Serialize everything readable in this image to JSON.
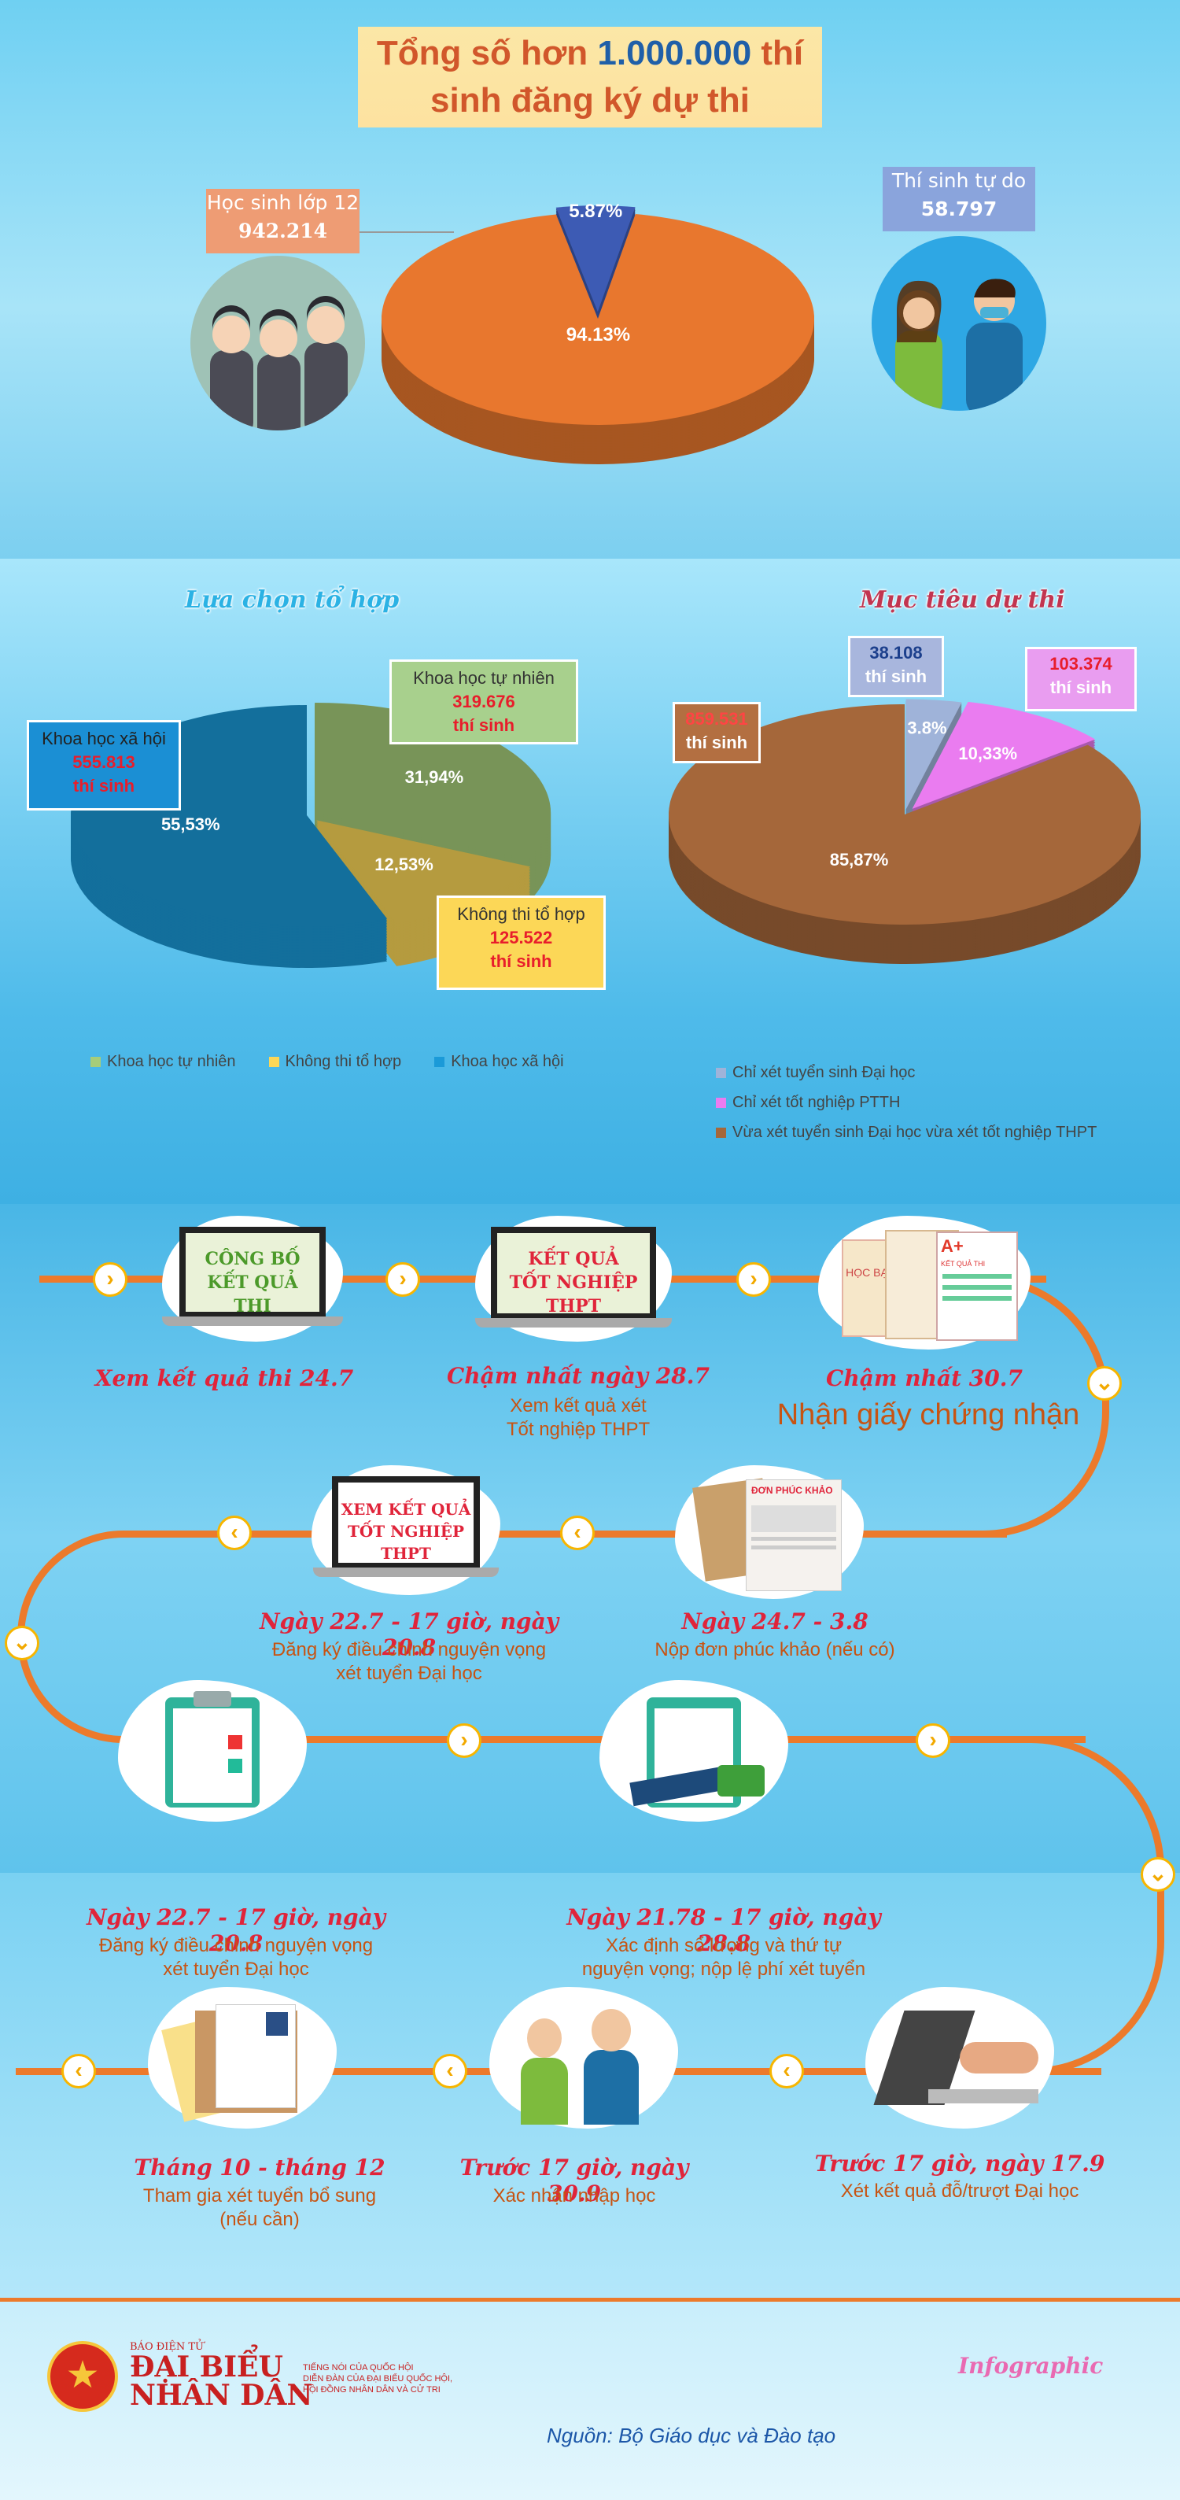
{
  "header": {
    "title_part1": "Tổng số hơn ",
    "title_highlight": "1.000.000",
    "title_part2": " thí",
    "title_line2": "sinh đăng ký dự thi"
  },
  "overview": {
    "left_label": "Học sinh lớp 12",
    "left_value": "942.214",
    "right_label": "Thí sinh tự do",
    "right_value": "58.797"
  },
  "chart_data": [
    {
      "type": "pie",
      "categories": [
        "Học sinh lớp 12",
        "Thí sinh tự do"
      ],
      "values": [
        94.13,
        5.87
      ],
      "data_labels": [
        "94.13%",
        "5.87%"
      ],
      "colors": [
        "#e8772e",
        "#3d5bb4"
      ]
    },
    {
      "type": "pie",
      "title": "Lựa chọn tổ hợp",
      "categories": [
        "Khoa học tự nhiên",
        "Không thi tổ hợp",
        "Khoa học xã hội"
      ],
      "values": [
        31.94,
        12.53,
        55.53
      ],
      "data_labels": [
        "31,94%",
        "12,53%",
        "55,53%"
      ],
      "counts": [
        "319.676",
        "125.522",
        "555.813"
      ],
      "unit": "thí sinh",
      "colors": [
        "#a6cd7a",
        "#fcd757",
        "#1b9ad8"
      ],
      "legend": "bottom"
    },
    {
      "type": "pie",
      "title": "Mục tiêu dự thi",
      "categories": [
        "Chỉ xét tuyển sinh Đại học",
        "Chỉ xét tốt nghiệp PTTH",
        "Vừa xét tuyển sinh Đại học vừa xét tốt nghiệp THPT"
      ],
      "values": [
        3.8,
        10.33,
        85.87
      ],
      "data_labels": [
        "3.8%",
        "10,33%",
        "85,87%"
      ],
      "counts": [
        "38.108",
        "103.374",
        "859.531"
      ],
      "unit": "thí sinh",
      "colors": [
        "#9fb3d9",
        "#ea7cf0",
        "#a5673a"
      ],
      "legend": "bottom"
    }
  ],
  "timeline": {
    "steps": [
      {
        "date": "Xem kết quả thi 24.7",
        "desc": "",
        "screen": "CÔNG BỐ\nKẾT QUẢ THI"
      },
      {
        "date": "Chậm nhất ngày 28.7",
        "desc": "Xem kết quả xét\nTốt nghiệp THPT",
        "screen": "KẾT QUẢ\nTỐT NGHIỆP THPT"
      },
      {
        "date": "Chậm nhất 30.7",
        "desc": "Nhận giấy chứng nhận",
        "screen_a": "HỌC BẠ",
        "screen_b": "A+",
        "screen_c": "KẾT QUẢ THI"
      },
      {
        "date": "Ngày 24.7 - 3.8",
        "desc": "Nộp đơn phúc khảo (nếu có)",
        "screen": "ĐƠN PHÚC KHẢO"
      },
      {
        "date": "Ngày 22.7 - 17 giờ, ngày 20.8",
        "desc": "Đăng ký điều chỉnh nguyện vọng\nxét tuyển Đại học",
        "screen": "XEM KẾT QUẢ\nTỐT NGHIỆP THPT"
      },
      {
        "date": "Ngày 22.7 - 17 giờ, ngày 20.8",
        "desc": "Đăng ký điều chỉnh nguyện vọng\nxét tuyển Đại học"
      },
      {
        "date": "Ngày 21.78 - 17 giờ, ngày 28.8",
        "desc": "Xác định số lượng và thứ tự\nnguyện vọng; nộp lệ phí xét tuyển"
      },
      {
        "date": "Trước 17 giờ, ngày 17.9",
        "desc": "Xét kết quả đỗ/trượt Đại học"
      },
      {
        "date": "Trước 17 giờ, ngày 30.9",
        "desc": "Xác nhận nhập học"
      },
      {
        "date": "Tháng 10 - tháng 12",
        "desc": "Tham gia xét tuyển bổ sung\n(nếu cần)"
      }
    ]
  },
  "footer": {
    "logo_top": "BÁO ĐIỆN TỬ",
    "logo_line1": "ĐẠI BIỂU",
    "logo_line2": "NHÂN DÂN",
    "tagline": "TIẾNG NÓI CỦA QUỐC HỘI\nDIỄN ĐÀN CỦA ĐẠI BIỂU QUỐC HỘI,\nHỘI ĐỒNG NHÂN DÂN VÀ CỬ TRI",
    "infographic": "Infographic",
    "source": "Nguồn: Bộ Giáo dục và Đào tạo"
  },
  "colors": {
    "pipe": "#ec7a2b",
    "date_red": "#e0243a",
    "desc_orange": "#c75413",
    "arrow": "#f2a900"
  },
  "icons": [
    "person-group-icon",
    "students-icon",
    "laptop-icon",
    "certificate-icon",
    "document-icon",
    "clipboard-icon",
    "money-icon",
    "folder-icon",
    "arrow-right-icon",
    "arrow-left-icon",
    "arrow-down-icon",
    "emblem-icon"
  ]
}
